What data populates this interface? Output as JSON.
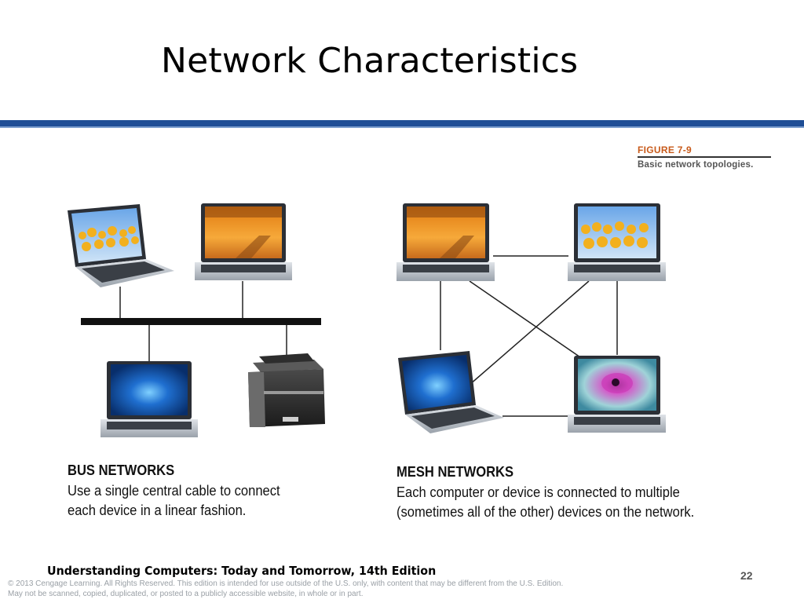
{
  "slide": {
    "title": "Network Characteristics",
    "page_number": "22",
    "footer_title": "Understanding Computers: Today and Tomorrow, 14th Edition",
    "copyright_line1": "© 2013 Cengage Learning. All Rights Reserved. This edition is intended for use outside of the U.S. only, with content that may be different from the U.S. Edition.",
    "copyright_line2": "May not be scanned, copied, duplicated, or posted to a publicly accessible website, in whole or in part."
  },
  "figure": {
    "label": "FIGURE 7-9",
    "caption": "Basic network topologies."
  },
  "bus": {
    "heading": "BUS NETWORKS",
    "description_line1": "Use a single central cable to connect",
    "description_line2": "each device in a linear fashion."
  },
  "mesh": {
    "heading": "MESH NETWORKS",
    "description_line1": "Each computer or device is connected to multiple",
    "description_line2": "(sometimes all of the other) devices on the network."
  },
  "colors": {
    "accent_bar": "#1f4e96",
    "figure_label": "#c85a1a"
  }
}
